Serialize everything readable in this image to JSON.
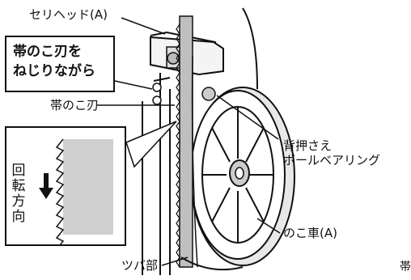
{
  "labels": {
    "seri_head": "セリヘッド(A)",
    "callout_line1": "帯のこ刃を",
    "callout_line2": "ねじりながら",
    "blade": "帯のこ刃",
    "bearing_line1": "背押さえ",
    "bearing_line2": "ボールベアリング",
    "wheel": "のこ車(A)",
    "flange": "ツバ部",
    "cut_off": "帯"
  },
  "inset": {
    "rotation_chars": [
      "回",
      "転",
      "方",
      "向"
    ]
  }
}
